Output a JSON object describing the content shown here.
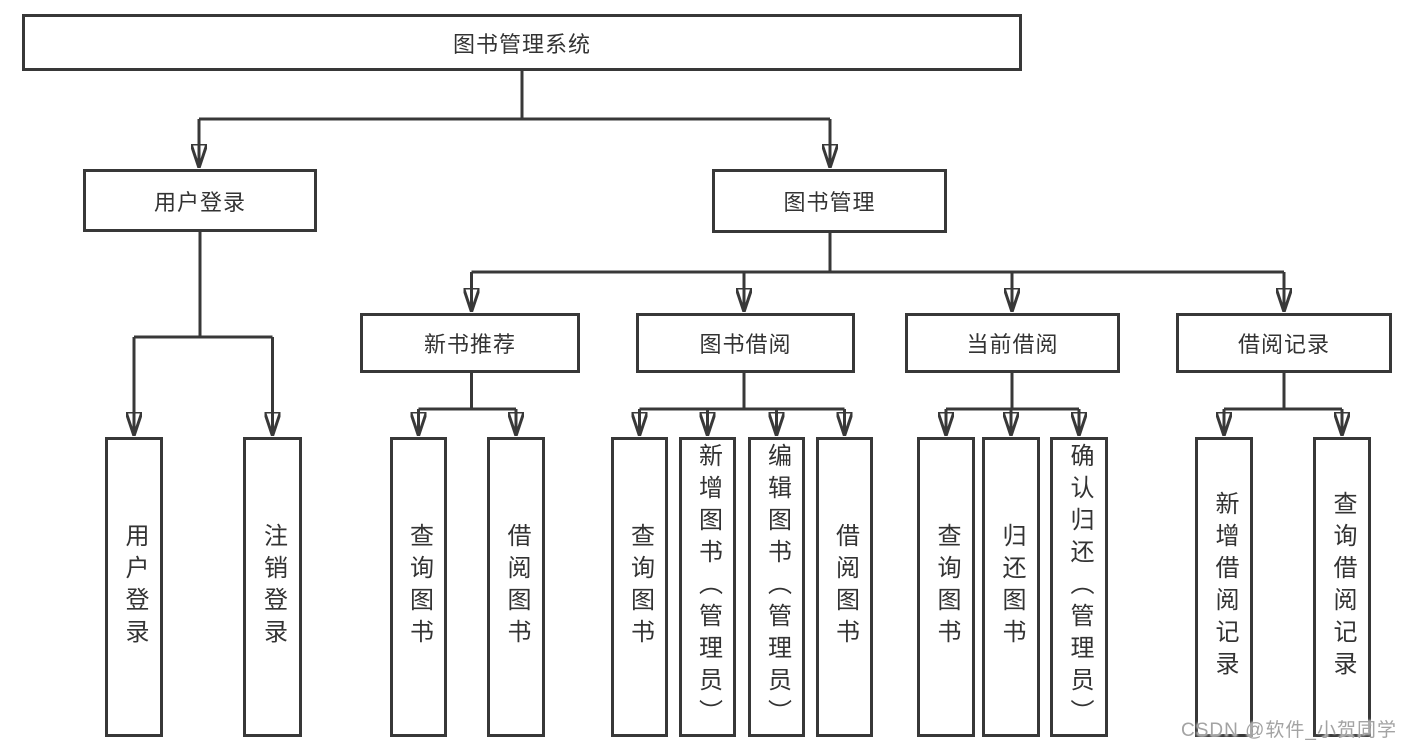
{
  "diagram": {
    "root": "图书管理系统",
    "branches": [
      {
        "label": "用户登录",
        "children": [
          "用户登录",
          "注销登录"
        ]
      },
      {
        "label": "图书管理",
        "groups": [
          {
            "label": "新书推荐",
            "children": [
              "查询图书",
              "借阅图书"
            ]
          },
          {
            "label": "图书借阅",
            "children": [
              "查询图书",
              "新增图书（管理员）",
              "编辑图书（管理员）",
              "借阅图书"
            ]
          },
          {
            "label": "当前借阅",
            "children": [
              "查询图书",
              "归还图书",
              "确认归还（管理员）"
            ]
          },
          {
            "label": "借阅记录",
            "children": [
              "新增借阅记录",
              "查询借阅记录"
            ]
          }
        ]
      }
    ]
  },
  "watermark": "CSDN @软件_小贺同学",
  "colors": {
    "line": "#383838",
    "text": "#333333",
    "background": "#ffffff",
    "watermark": "#a3a3a3"
  }
}
